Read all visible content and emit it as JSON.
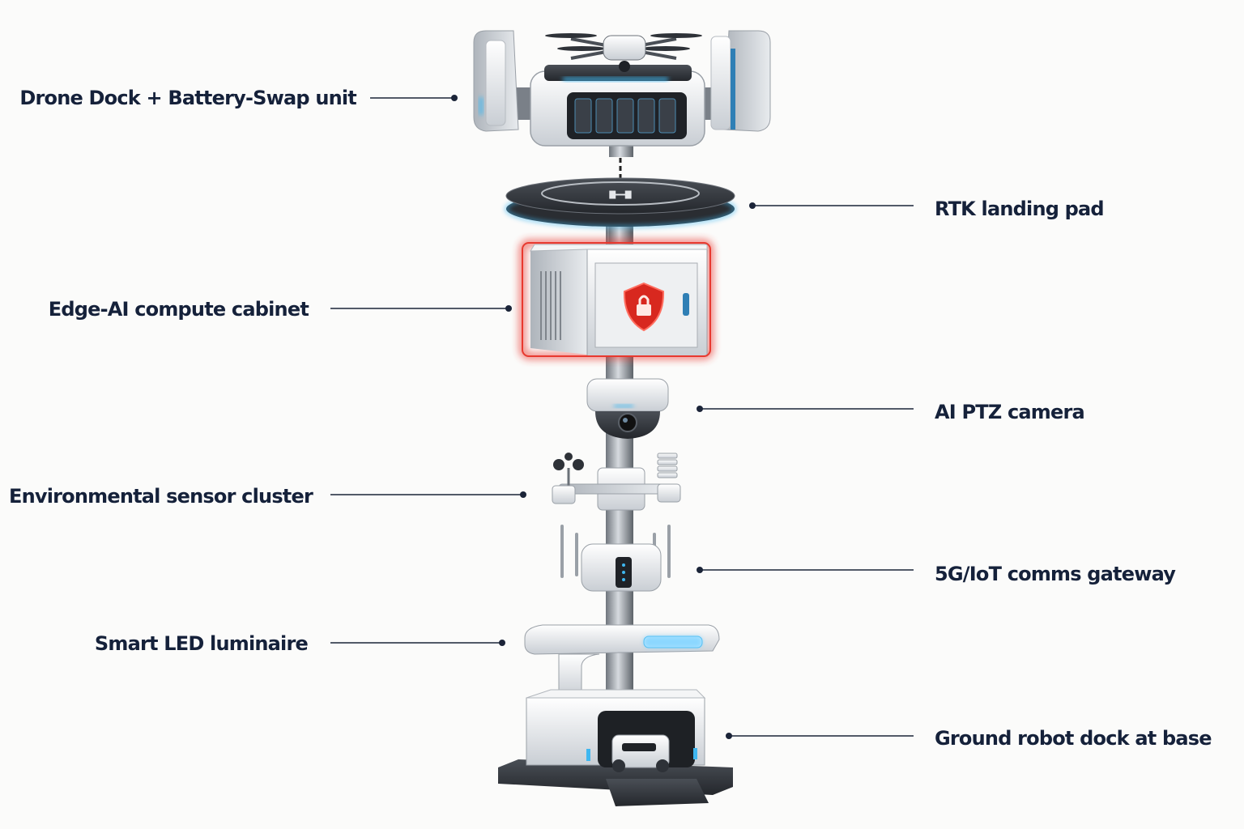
{
  "labels": {
    "drone_dock": "Drone Dock + Battery-Swap unit",
    "landing_pad": "RTK landing pad",
    "compute_cabinet": "Edge-AI compute cabinet",
    "ptz_camera": "AI PTZ camera",
    "sensor_cluster": "Environmental sensor cluster",
    "comms_gateway": "5G/IoT comms gateway",
    "led_luminaire": "Smart LED luminaire",
    "robot_dock": "Ground robot dock at base"
  },
  "colors": {
    "text": "#15213a",
    "leader_line": "#1b2438",
    "accent_glow": "#3fb7f0",
    "alert_red": "#e8392f",
    "metal": "#d9dde2",
    "dark": "#2e3238"
  },
  "icons": {
    "cabinet_badge": "shield-lock-icon",
    "pad_marking": "H"
  }
}
